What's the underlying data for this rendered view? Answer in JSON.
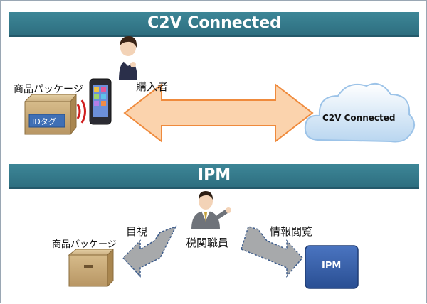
{
  "top_section": {
    "title": "C2V Connected",
    "package_label": "商品パッケージ",
    "tag_label": "IDタグ",
    "buyer_label": "購入者",
    "cloud_label": "C2V Connected"
  },
  "bottom_section": {
    "title": "IPM",
    "package_label": "商品パッケージ",
    "inspect_label": "目視",
    "officer_label": "税関職員",
    "browse_label": "情報閲覧",
    "ipm_box_label": "IPM"
  },
  "colors": {
    "banner": "#2e7a8c",
    "orange_arrow": "#fbd3ad",
    "gray_arrow": "#a7a9ab",
    "ipm_box": "#2f5597",
    "box_tan": "#c6a877"
  }
}
